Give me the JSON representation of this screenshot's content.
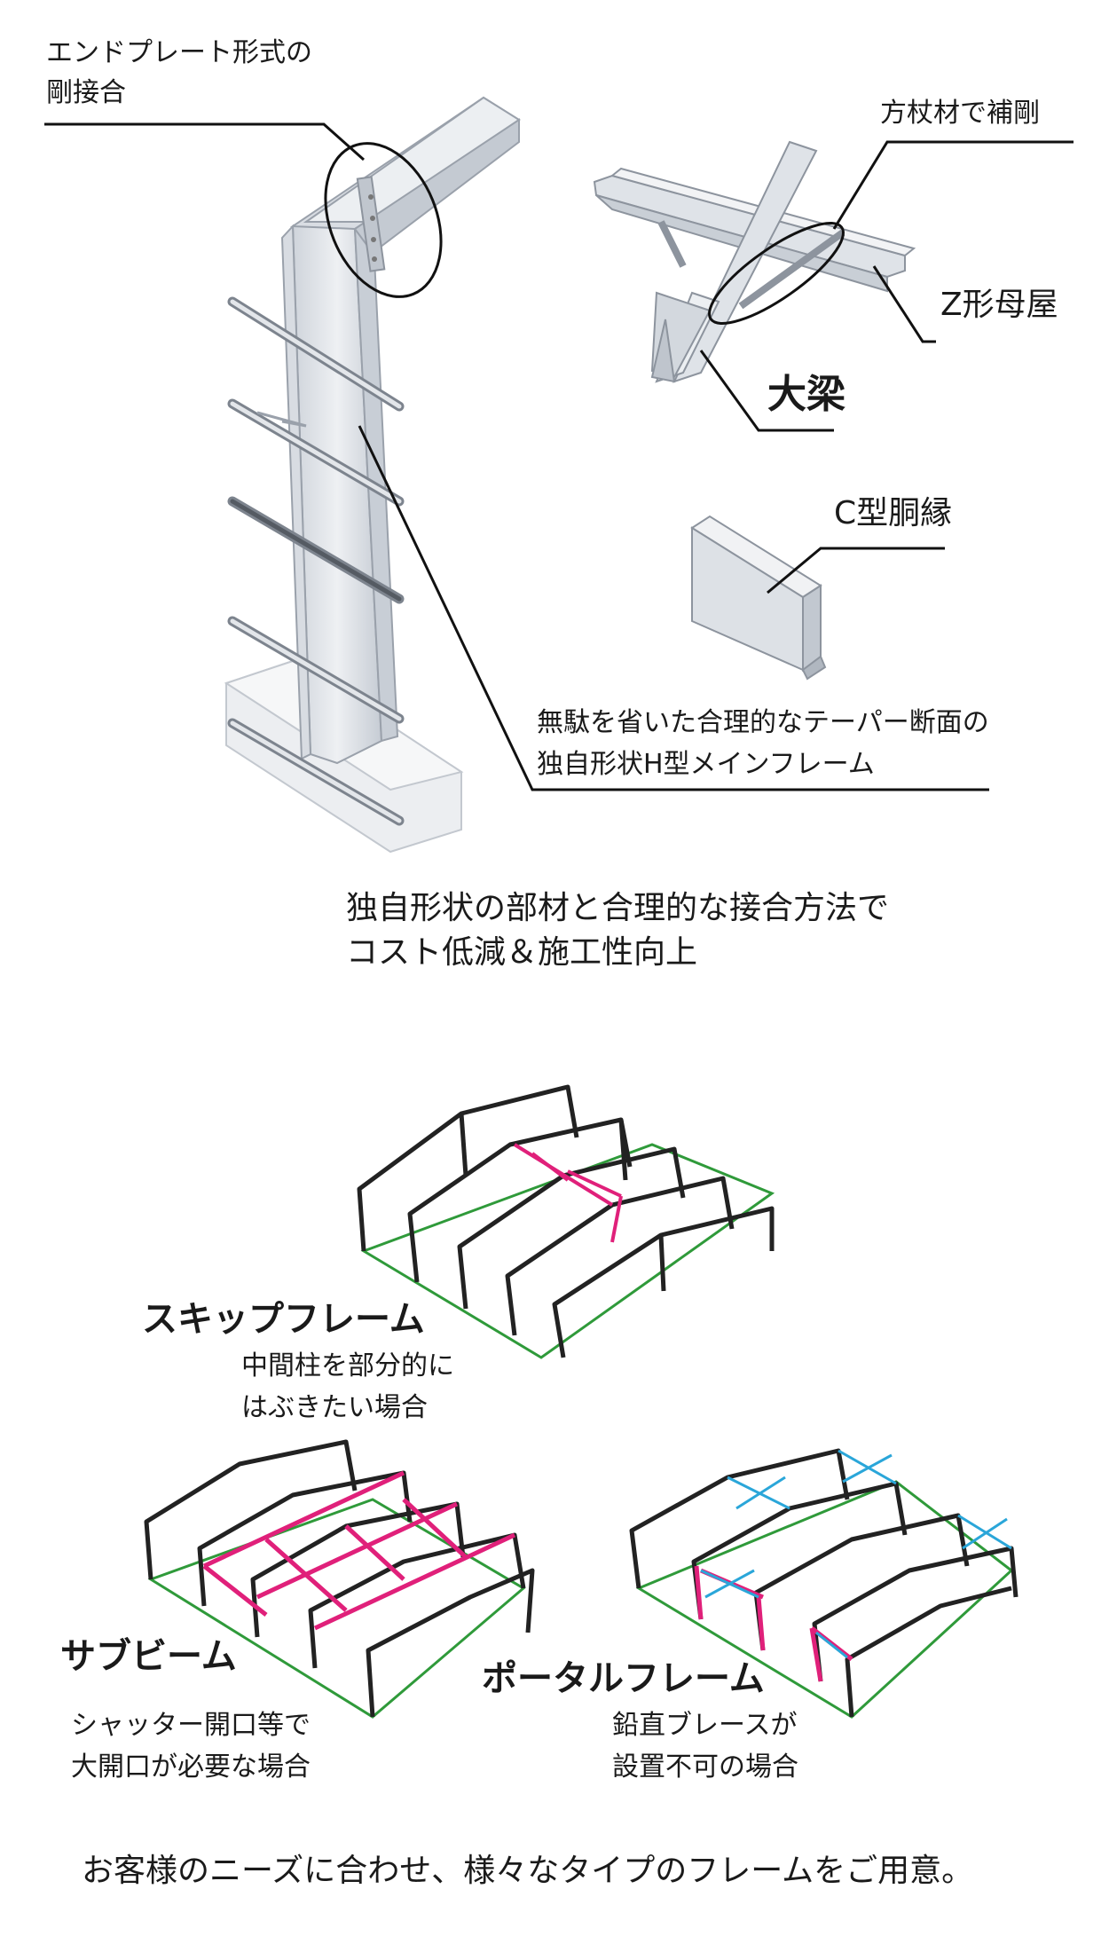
{
  "top_diagram": {
    "endplate_label": [
      "エンドプレート形式の",
      "剛接合"
    ],
    "square_member_label": "方杖材で補剛",
    "purlin_label": "Z形母屋",
    "girder_label": "大梁",
    "girt_label": "C型胴縁",
    "main_frame_label": [
      "無駄を省いた合理的なテーパー断面の",
      "独自形状H型メインフレーム"
    ],
    "summary": [
      "独自形状の部材と合理的な接合方法で",
      "コスト低減＆施工性向上"
    ]
  },
  "frame_types": [
    {
      "name": "スキップフレーム",
      "description": [
        "中間柱を部分的に",
        "はぶきたい場合"
      ]
    },
    {
      "name": "サブビーム",
      "description": [
        "シャッター開口等で",
        "大開口が必要な場合"
      ]
    },
    {
      "name": "ポータルフレーム",
      "description": [
        "鉛直ブレースが",
        "設置不可の場合"
      ]
    }
  ],
  "footer": "お客様のニーズに合わせ、様々なタイプのフレームをご用意。",
  "colors": {
    "steel_fill": "#e4e7ec",
    "steel_stroke": "#9aa1ab",
    "frame_stroke": "#222222",
    "ground_line": "#2f9a3a",
    "highlight_magenta": "#e0207a",
    "brace_cyan": "#2aa6d9"
  }
}
